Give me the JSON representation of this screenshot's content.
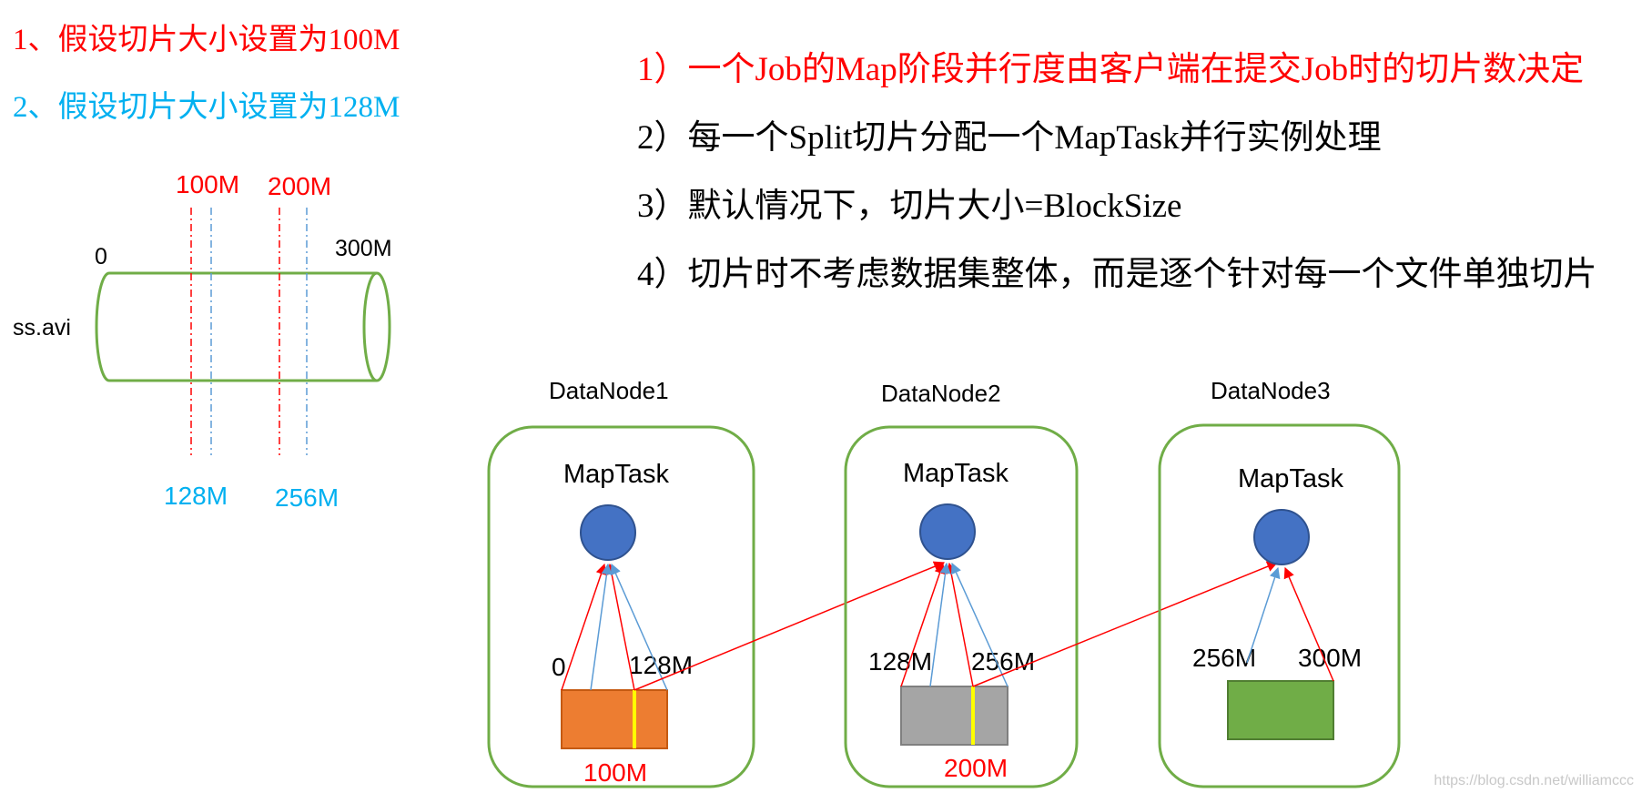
{
  "colors": {
    "red": "#ff0000",
    "cyan": "#00b0f0",
    "text": "#000000",
    "green": "#70ad47",
    "node_fill": "#4472c4",
    "orange": "#ed7d31",
    "gray": "#a5a5a5",
    "green_block": "#70ad47",
    "yellow": "#ffff00",
    "watermark": "#c8c8c8"
  },
  "left_panel": {
    "case1": "1、假设切片大小设置为100M",
    "case2": "2、假设切片大小设置为128M",
    "file_name": "ss.avi",
    "start_label": "0",
    "end_label": "300M",
    "top_marks": [
      "100M",
      "200M"
    ],
    "bottom_marks": [
      "128M",
      "256M"
    ]
  },
  "rules": [
    "1）一个Job的Map阶段并行度由客户端在提交Job时的切片数决定",
    "2）每一个Split切片分配一个MapTask并行实例处理",
    "3）默认情况下，切片大小=BlockSize",
    "4）切片时不考虑数据集整体，而是逐个针对每一个文件单独切片"
  ],
  "datanodes": [
    {
      "title": "DataNode1",
      "task": "MapTask",
      "left_label": "0",
      "right_label": "128M",
      "split_label": "100M",
      "block_color": "orange",
      "has_split": true
    },
    {
      "title": "DataNode2",
      "task": "MapTask",
      "left_label": "128M",
      "right_label": "256M",
      "split_label": "200M",
      "block_color": "gray",
      "has_split": true
    },
    {
      "title": "DataNode3",
      "task": "MapTask",
      "left_label": "256M",
      "right_label": "300M",
      "split_label": "",
      "block_color": "green_block",
      "has_split": false
    }
  ],
  "watermark": "https://blog.csdn.net/williamccc"
}
